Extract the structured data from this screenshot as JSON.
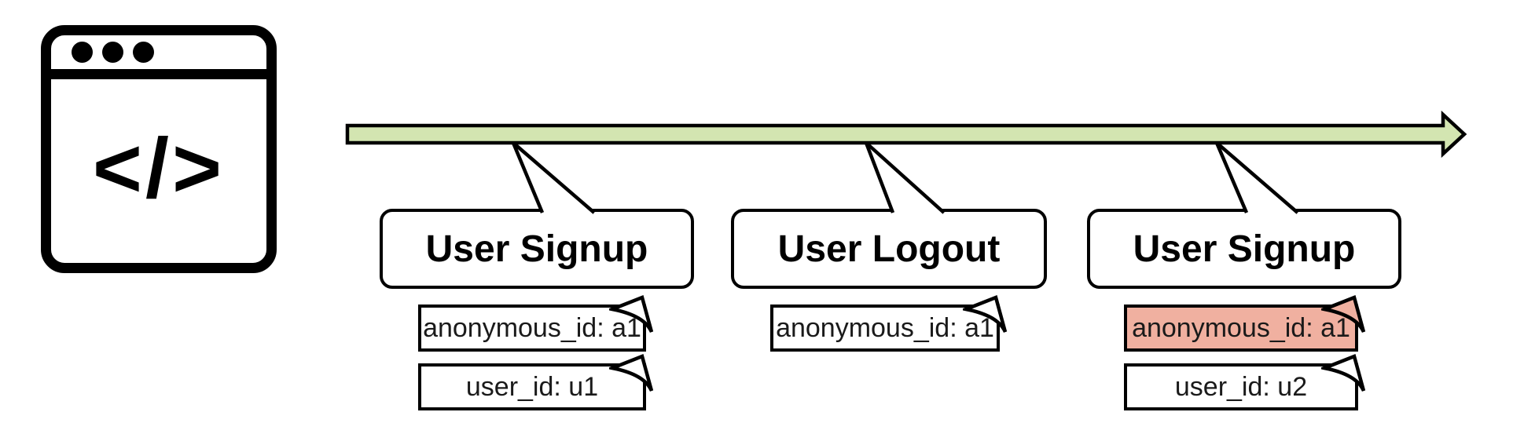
{
  "browser_icon": {
    "glyph": "</>",
    "dots_count": 3
  },
  "timeline": {
    "color": "#d3e5b1",
    "stroke_color": "#000000",
    "direction": "left-to-right"
  },
  "colors": {
    "highlight_tag_fill": "#f0b0a0",
    "default_tag_fill": "#ffffff",
    "outline": "#000000"
  },
  "events": [
    {
      "label": "User Signup",
      "tags": [
        {
          "text": "anonymous_id: a1",
          "highlighted": false
        },
        {
          "text": "user_id: u1",
          "highlighted": false
        }
      ]
    },
    {
      "label": "User Logout",
      "tags": [
        {
          "text": "anonymous_id: a1",
          "highlighted": false
        }
      ]
    },
    {
      "label": "User Signup",
      "tags": [
        {
          "text": "anonymous_id: a1",
          "highlighted": true
        },
        {
          "text": "user_id: u2",
          "highlighted": false
        }
      ]
    }
  ]
}
